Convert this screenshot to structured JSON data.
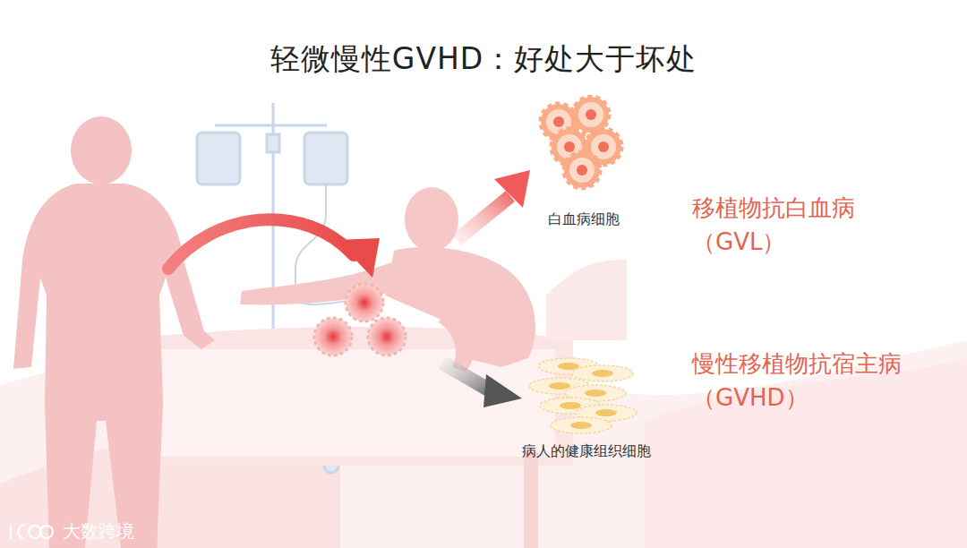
{
  "diagram": {
    "title": "轻微慢性GVHD：好处大于坏处",
    "nodes": [
      {
        "text": [
          "白血病细胞"
        ]
      },
      {
        "text": [
          "病人的健康组织细胞"
        ]
      }
    ],
    "labels": [
      "移植物抗白血病 （GVL）",
      "慢性移植物抗宿主病 （GVHD）",
      "大数跨境"
    ]
  }
}
